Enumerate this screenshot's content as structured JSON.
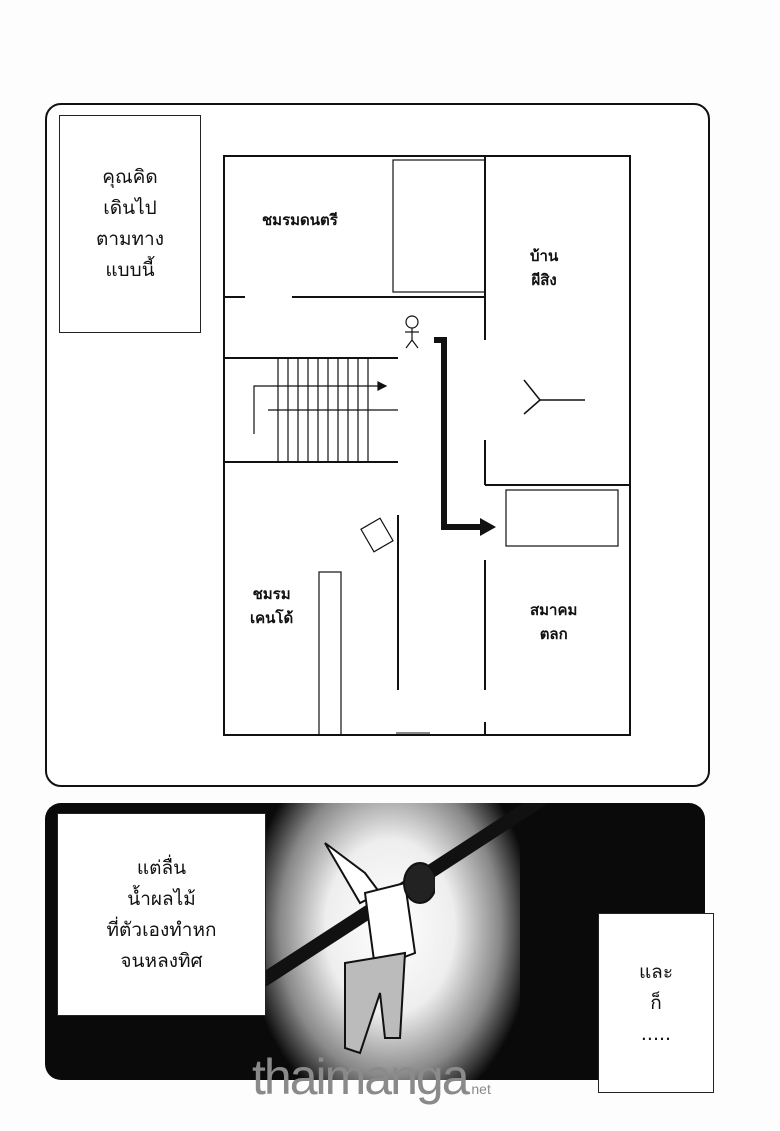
{
  "panel1": {
    "narration": [
      "คุณคิด",
      "เดินไป",
      "ตามทาง",
      "แบบนี้"
    ],
    "rooms": {
      "music_club": "ชมรมดนตรี",
      "haunted_house": [
        "บ้าน",
        "ผีสิง"
      ],
      "kendo_club": [
        "ชมรม",
        "เคนโด้"
      ],
      "comedy_society": [
        "สมาคม",
        "ตลก"
      ]
    }
  },
  "panel2": {
    "narration_left": [
      "แต่ลื่น",
      "น้ำผลไม้",
      "ที่ตัวเองทำหก",
      "จนหลงทิศ"
    ],
    "narration_right": [
      "และ",
      "ก็",
      "....."
    ]
  },
  "watermark": {
    "main": "thaimanga",
    "suffix": ".net"
  }
}
